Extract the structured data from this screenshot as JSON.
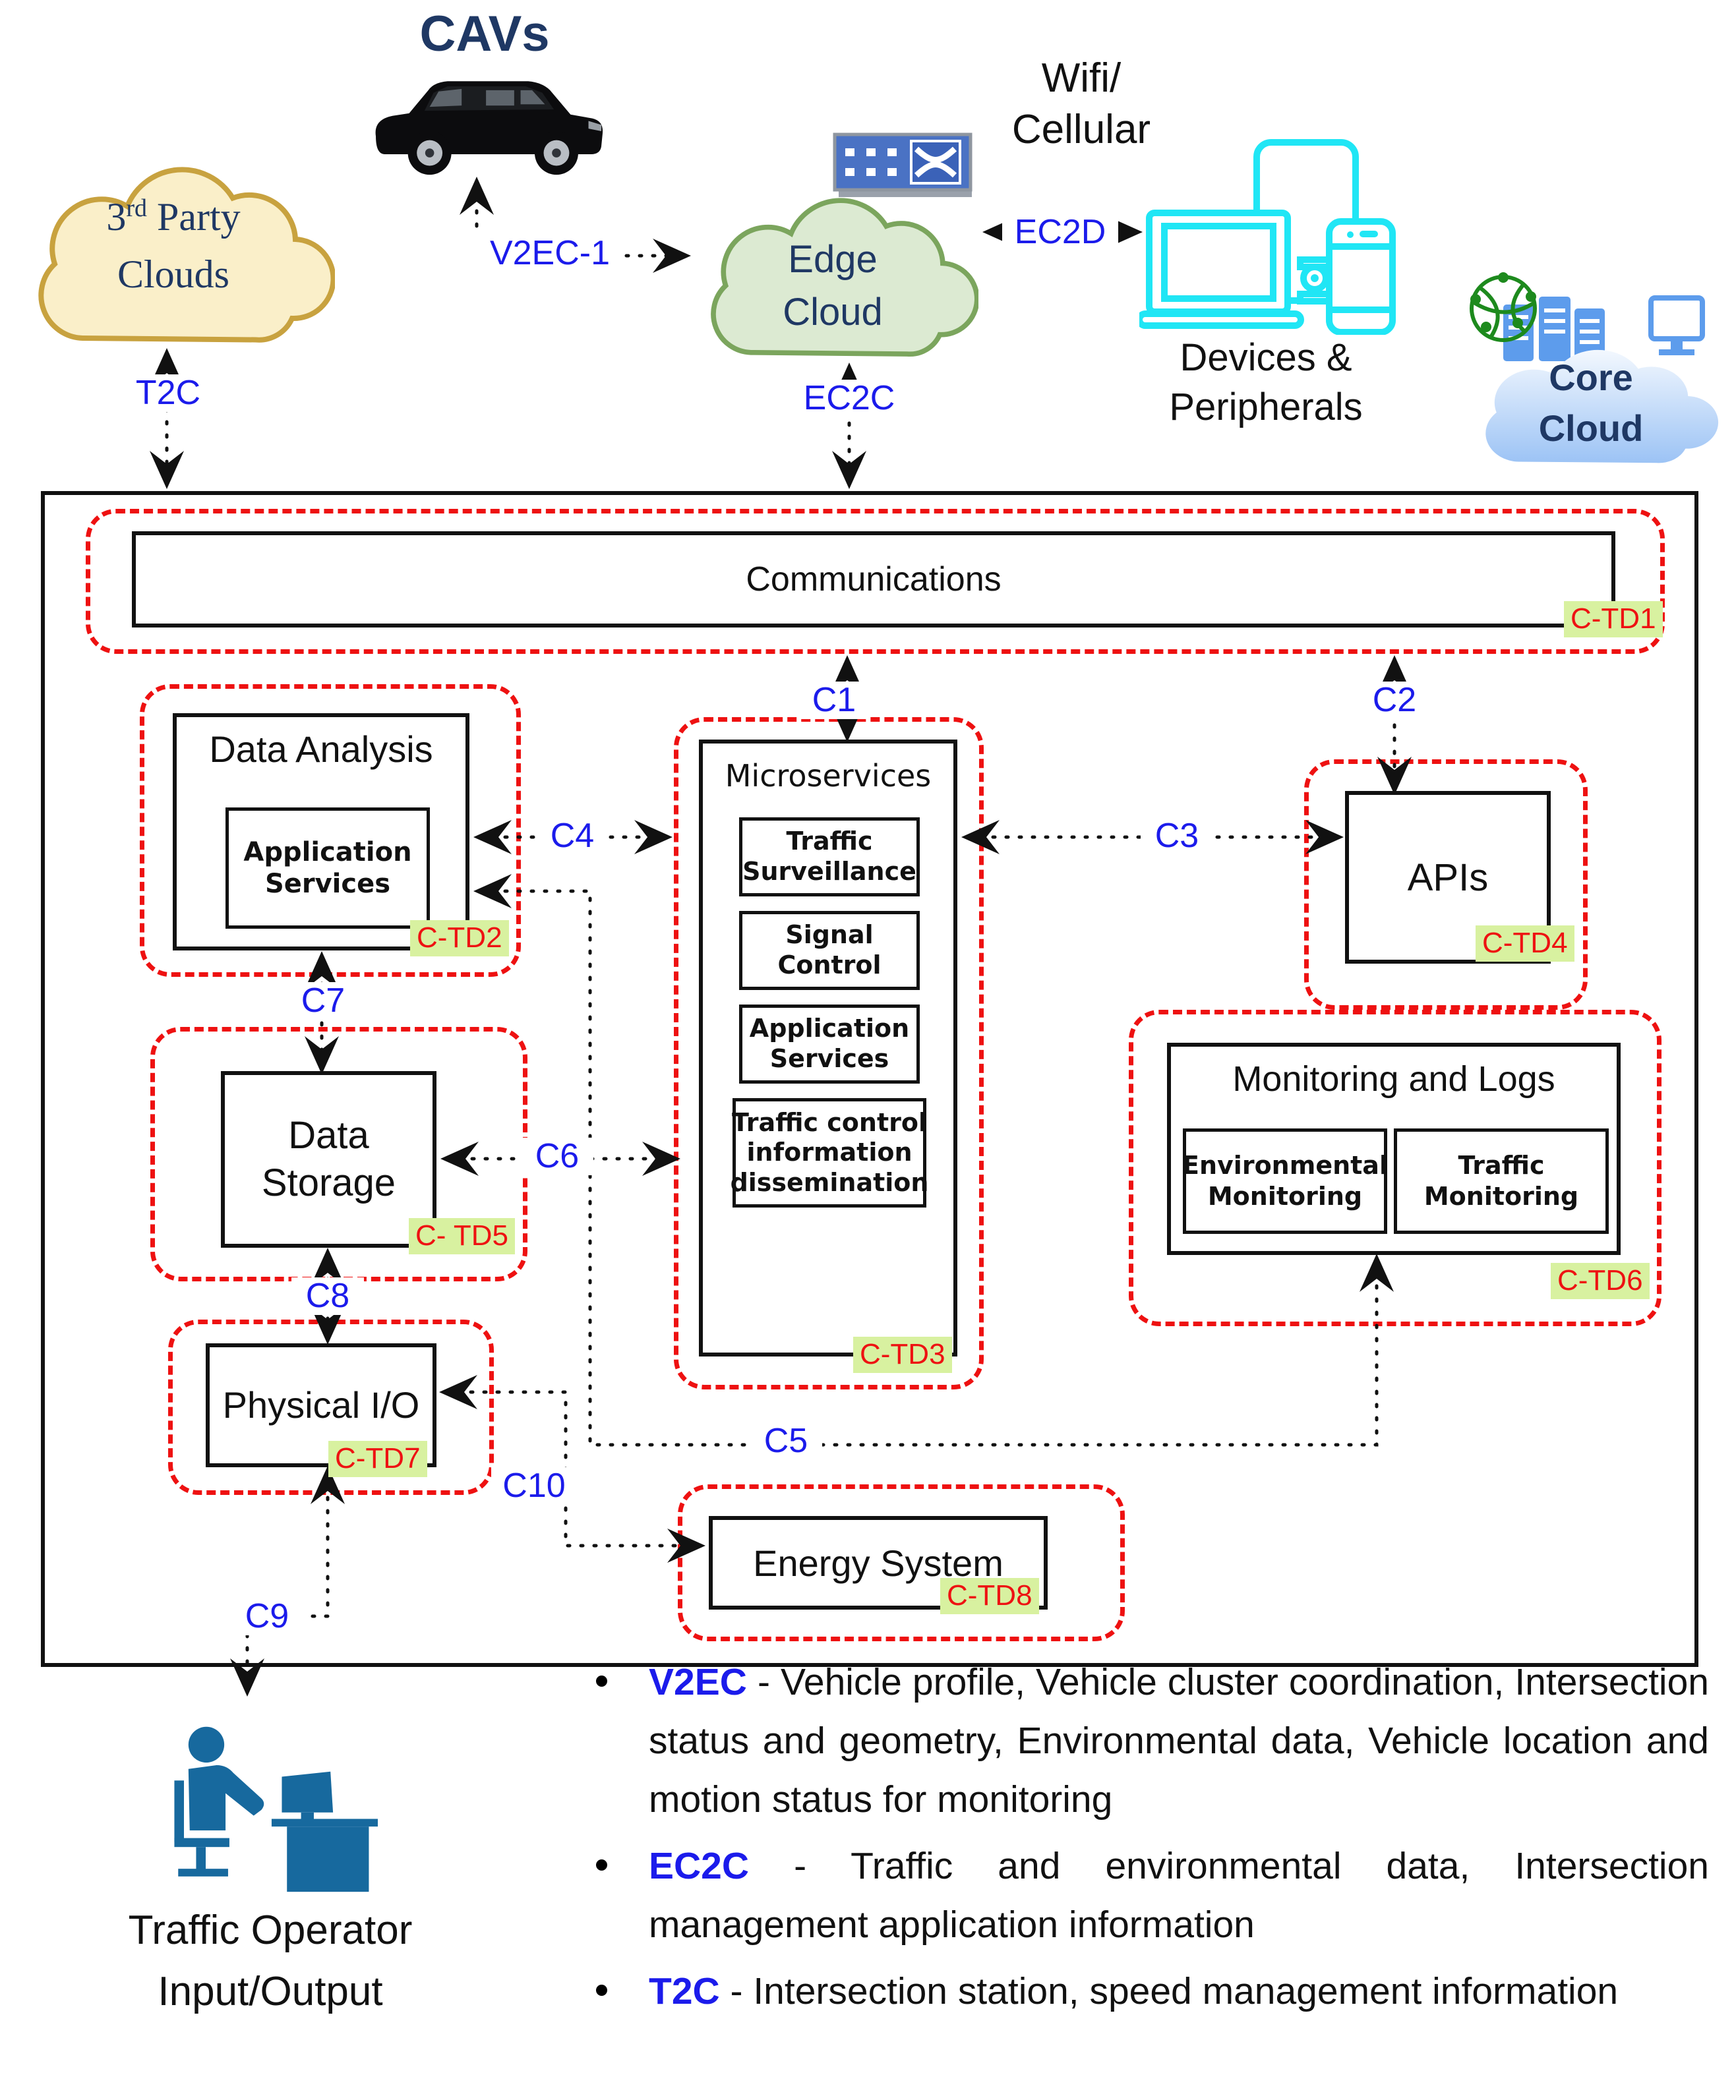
{
  "colors": {
    "label_blue": "#1b1beb",
    "dash_red": "#ee1111",
    "tag_bg": "#d8f1a0",
    "navy": "#1f3864",
    "device_cyan": "#20e6f5",
    "operator_blue": "#17699e",
    "edge_green": "#7ba55d",
    "third_party_tan": "#c8a23f"
  },
  "top": {
    "cavs": "CAVs",
    "third_party": {
      "num": "3",
      "sup": "rd",
      "rest": " Party",
      "line2": "Clouds"
    },
    "edge_cloud": {
      "line1": "Edge",
      "line2": "Cloud"
    },
    "wifi": {
      "line1": "Wifi/",
      "line2": "Cellular"
    },
    "devices": {
      "line1": "Devices &",
      "line2": "Peripherals"
    },
    "core_cloud": {
      "line1": "Core",
      "line2": "Cloud"
    },
    "v2ec1": "V2EC-1",
    "ec2d": "EC2D",
    "t2c": "T2C",
    "ec2c": "EC2C"
  },
  "modules": {
    "communications": {
      "title": "Communications",
      "tag": "C-TD1"
    },
    "data_analysis": {
      "title": "Data Analysis",
      "service": "Application Services",
      "tag": "C-TD2"
    },
    "microservices": {
      "title": "Microservices",
      "items": [
        "Traffic Surveillance",
        "Signal Control",
        "Application Services",
        "Traffic control information dissemination"
      ],
      "tag": "C-TD3"
    },
    "apis": {
      "title": "APIs",
      "tag": "C-TD4"
    },
    "data_storage": {
      "title": "Data Storage",
      "tag": "C- TD5"
    },
    "monitoring": {
      "title": "Monitoring and Logs",
      "items": [
        "Environmental Monitoring",
        "Traffic Monitoring"
      ],
      "tag": "C-TD6"
    },
    "physical_io": {
      "title": "Physical I/O",
      "tag": "C-TD7"
    },
    "energy": {
      "title": "Energy System",
      "tag": "C-TD8"
    }
  },
  "connections": {
    "c1": "C1",
    "c2": "C2",
    "c3": "C3",
    "c4": "C4",
    "c5": "C5",
    "c6": "C6",
    "c7": "C7",
    "c8": "C8",
    "c9": "C9",
    "c10": "C10"
  },
  "operator": {
    "line1": "Traffic Operator",
    "line2": "Input/Output"
  },
  "legend": [
    {
      "key": "V2EC",
      "text": "- Vehicle profile, Vehicle cluster coordination, Intersection status and geometry, Environmental data, Vehicle location and motion status for monitoring"
    },
    {
      "key": "EC2C",
      "text": "- Traffic and environmental data, Intersection management application information"
    },
    {
      "key": "T2C",
      "text": "- Intersection station, speed management information"
    }
  ]
}
